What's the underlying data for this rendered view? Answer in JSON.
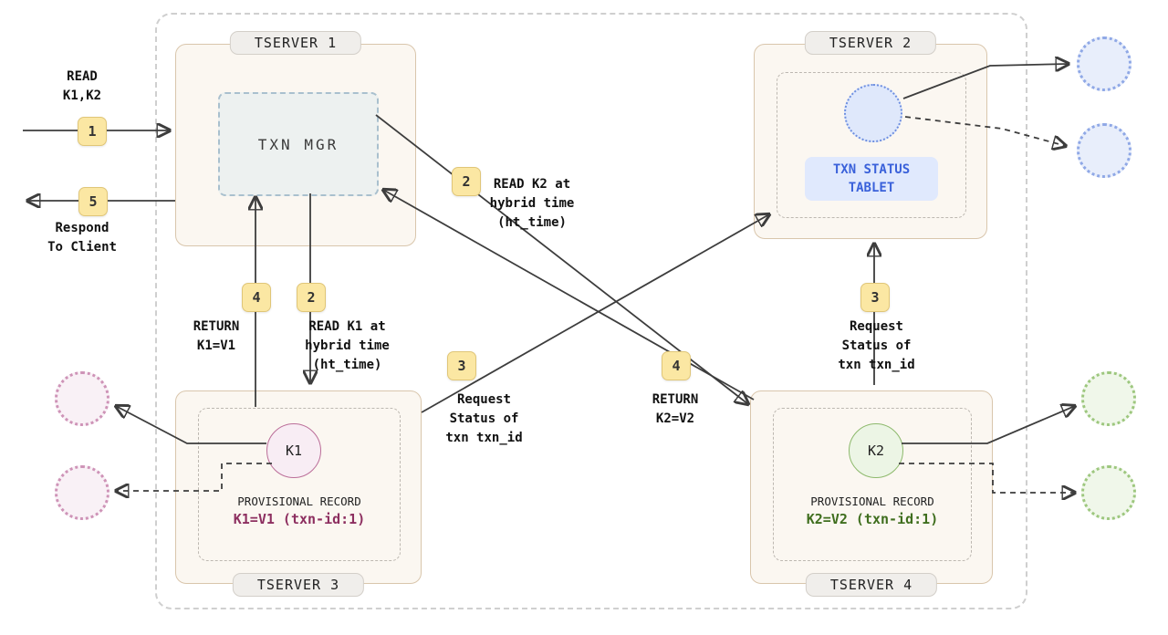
{
  "client": {
    "request": "READ\nK1,K2",
    "respond": "Respond\nTo Client"
  },
  "steps": {
    "one": "1",
    "two": "2",
    "three": "3",
    "four": "4",
    "five": "5"
  },
  "tservers": {
    "t1": {
      "title": "TSERVER 1",
      "txn_mgr_label": "TXN MGR"
    },
    "t2": {
      "title": "TSERVER 2",
      "tablet_label": "TXN STATUS\nTABLET"
    },
    "t3": {
      "title": "TSERVER 3",
      "tablet_key": "K1",
      "record_caption": "PROVISIONAL RECORD",
      "record_value": "K1=V1 (txn-id:1)"
    },
    "t4": {
      "title": "TSERVER 4",
      "tablet_key": "K2",
      "record_caption": "PROVISIONAL RECORD",
      "record_value": "K2=V2 (txn-id:1)"
    }
  },
  "edge_labels": {
    "read_k1": "READ K1 at\nhybrid time\n(ht_time)",
    "read_k2": "READ K2 at\nhybrid time\n(ht_time)",
    "return_k1": "RETURN\nK1=V1",
    "return_k2": "RETURN\nK2=V2",
    "request_status_left": "Request\nStatus of\ntxn txn_id",
    "request_status_right": "Request\nStatus of\ntxn txn_id"
  },
  "colors": {
    "arrow": "#3d3d3d",
    "badge_bg": "#FBE7A3",
    "badge_border": "#E0C678",
    "server_bg": "#FBF7F1",
    "server_border": "#D9C6AC",
    "txn_mgr_bg": "#EDF1F0",
    "txn_mgr_border": "#A9C0CE",
    "status_tablet_text": "#3A61DA",
    "status_tablet_bg": "#E0E9FD",
    "status_circle_bg": "#DFE8FB",
    "status_circle_border": "#6E8FE0",
    "k1_value": "#8D2F60",
    "k1_circle_bg": "#F8EDF4",
    "k1_circle_border": "#BB6E99",
    "k2_value": "#3F6E1E",
    "k2_circle_bg": "#ECF5E5",
    "k2_circle_border": "#8DB96C",
    "peer_pink": "#CE93B7",
    "peer_blue": "#8FA8E6",
    "peer_green": "#9DC77E"
  }
}
